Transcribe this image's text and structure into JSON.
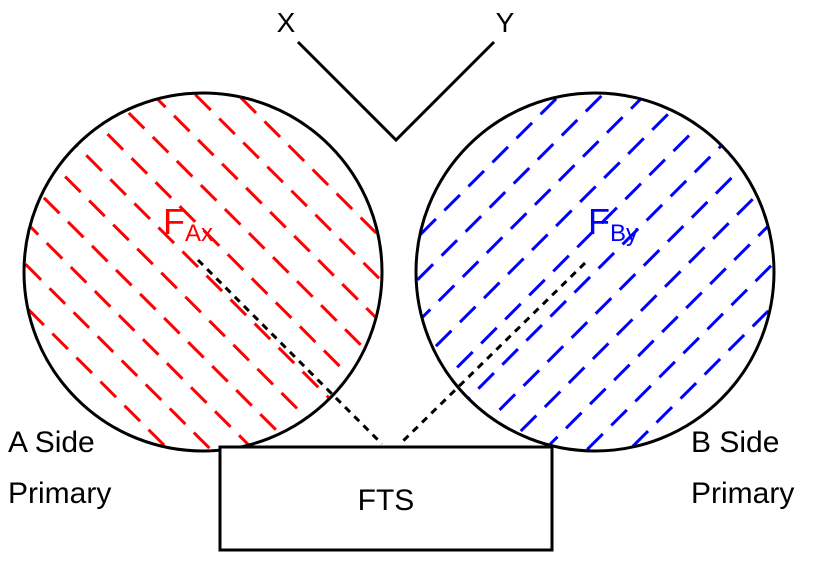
{
  "axes": {
    "x_label": "X",
    "y_label": "Y"
  },
  "circle_a": {
    "field_main": "F",
    "field_sub": "Ax",
    "side_line1": "A Side",
    "side_line2": "Primary"
  },
  "circle_b": {
    "field_main": "F",
    "field_sub": "By",
    "side_line1": "B Side",
    "side_line2": "Primary"
  },
  "box": {
    "label": "FTS"
  },
  "colors": {
    "a_hatch": "#ff0000",
    "b_hatch": "#0000ff",
    "outline": "#000000",
    "background": "#ffffff"
  }
}
